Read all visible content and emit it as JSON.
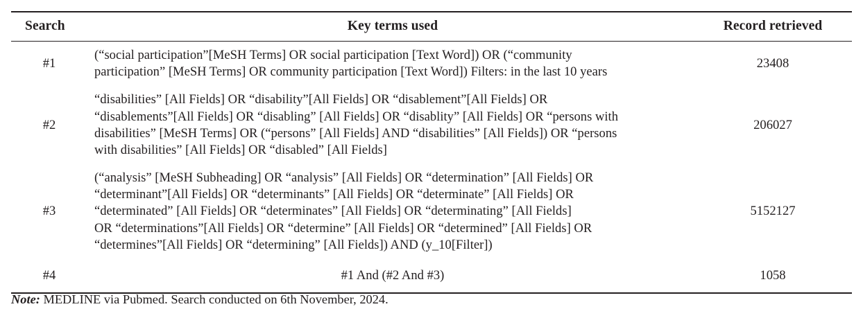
{
  "table": {
    "columns": [
      {
        "key": "search",
        "label": "Search"
      },
      {
        "key": "terms",
        "label": "Key terms used"
      },
      {
        "key": "records",
        "label": "Record retrieved"
      }
    ],
    "rows": [
      {
        "search": "#1",
        "terms_lines": [
          "(“social participation”[MeSH Terms] OR social participation [Text Word]) OR (“community",
          "participation” [MeSH Terms] OR community participation [Text Word]) Filters: in the last 10 years"
        ],
        "terms_text": "(“social participation”[MeSH Terms] OR social participation [Text Word]) OR (“community participation” [MeSH Terms] OR community participation [Text Word]) Filters: in the last 10 years",
        "records": "23408"
      },
      {
        "search": "#2",
        "terms_lines": [
          "“disabilities” [All Fields] OR “disability”[All Fields] OR “disablement”[All Fields] OR",
          "“disablements”[All Fields] OR “disabling” [All Fields] OR “disablity” [All Fields] OR “persons with",
          "disabilities” [MeSH Terms] OR (“persons” [All Fields] AND “disabilities” [All Fields]) OR “persons",
          "with disabilities” [All Fields] OR “disabled” [All Fields]"
        ],
        "terms_text": "“disabilities” [All Fields] OR “disability”[All Fields] OR “disablement”[All Fields] OR “disablements”[All Fields] OR “disabling” [All Fields] OR “disablity” [All Fields] OR “persons with disabilities” [MeSH Terms] OR (“persons” [All Fields] AND “disabilities” [All Fields]) OR “persons with disabilities” [All Fields] OR “disabled” [All Fields]",
        "records": "206027"
      },
      {
        "search": "#3",
        "terms_lines": [
          "(“analysis” [MeSH Subheading] OR “analysis” [All Fields] OR “determination” [All Fields] OR",
          "“determinant”[All Fields] OR “determinants” [All Fields] OR “determinate” [All Fields] OR",
          "“determinated” [All Fields] OR “determinates” [All Fields] OR “determinating” [All Fields]",
          "OR “determinations”[All Fields] OR “determine” [All Fields] OR “determined” [All Fields] OR",
          "“determines”[All Fields] OR “determining” [All Fields]) AND (y_10[Filter])"
        ],
        "terms_text": "(“analysis” [MeSH Subheading] OR “analysis” [All Fields] OR “determination” [All Fields] OR “determinant”[All Fields] OR “determinants” [All Fields] OR “determinate” [All Fields] OR “determinated” [All Fields] OR “determinates” [All Fields] OR “determinating” [All Fields] OR “determinations”[All Fields] OR “determine” [All Fields] OR “determined” [All Fields] OR “determines”[All Fields] OR “determining” [All Fields]) AND (y_10[Filter])",
        "records": "5152127"
      },
      {
        "search": "#4",
        "terms_lines": [
          "#1 And (#2 And #3)"
        ],
        "terms_text": "#1 And (#2 And #3)",
        "records": "1058"
      }
    ]
  },
  "note": {
    "label": "Note:",
    "text": " MEDLINE via Pubmed. Search conducted on 6th November, 2024."
  },
  "colors": {
    "text": "#231f20",
    "rule": "#231f20",
    "background": "#ffffff"
  }
}
